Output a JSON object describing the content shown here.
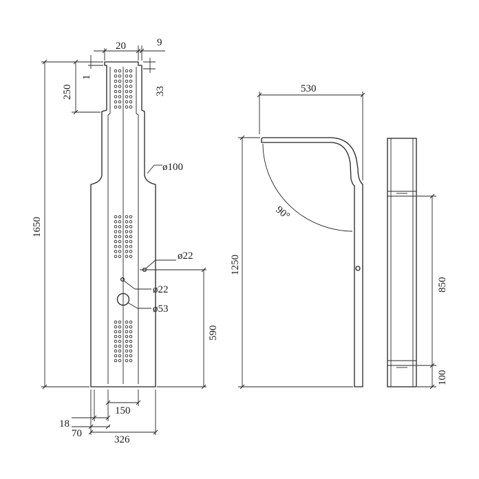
{
  "front_view": {
    "dims": {
      "top_width": "20",
      "top_offset": "9",
      "top_gap": "1",
      "upper_height": "250",
      "upper_step": "33",
      "neck_diameter": "ø100",
      "total_height": "1650",
      "hole_upper": "ø22",
      "hole_middle": "ø22",
      "hole_large": "ø53",
      "hole_height": "590",
      "bottom_inner": "150",
      "bottom_left_1": "18",
      "bottom_left_2": "70",
      "bottom_width": "326"
    }
  },
  "side_view": {
    "dims": {
      "arm_reach": "530",
      "height": "1250",
      "angle": "90°"
    }
  },
  "edge_view": {
    "dims": {
      "upper_height": "850",
      "lower_height": "100"
    }
  }
}
